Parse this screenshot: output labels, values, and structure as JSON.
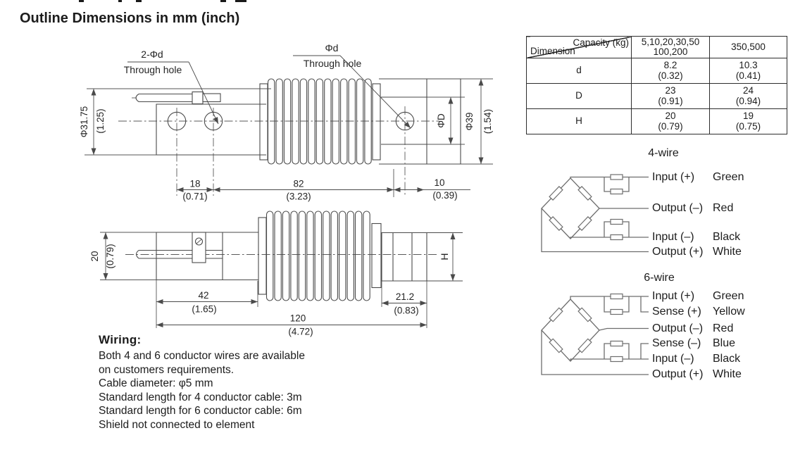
{
  "page_title": "Outline Dimensions in mm (inch)",
  "dimension_table": {
    "corner": {
      "top_right": "Capacity (kg)",
      "bottom_left": "Dimension"
    },
    "capacity_col1_lines": [
      "5,10,20,30,50",
      "100,200"
    ],
    "capacity_col2": "350,500",
    "rows": [
      {
        "dimension": "d",
        "col1_mm": "8.2",
        "col1_inch": "(0.32)",
        "col2_mm": "10.3",
        "col2_inch": "(0.41)"
      },
      {
        "dimension": "D",
        "col1_mm": "23",
        "col1_inch": "(0.91)",
        "col2_mm": "24",
        "col2_inch": "(0.94)"
      },
      {
        "dimension": "H",
        "col1_mm": "20",
        "col1_inch": "(0.79)",
        "col2_mm": "19",
        "col2_inch": "(0.75)"
      }
    ]
  },
  "drawing": {
    "callouts": {
      "left_holes": "2-Φd",
      "left_holes_note": "Through hole",
      "right_hole": "Φd",
      "right_hole_note": "Through hole"
    },
    "dims": {
      "dia_body": "Φ31.75",
      "dia_body_in": "(1.25)",
      "len_18": "18",
      "len_18_in": "(0.71)",
      "len_82": "82",
      "len_82_in": "(3.23)",
      "len_10": "10",
      "len_10_in": "(0.39)",
      "dia_D": "ΦD",
      "dia_39": "Φ39",
      "dia_39_in": "(1.54)",
      "h_20": "20",
      "h_20_in": "(0.79)",
      "len_42": "42",
      "len_42_in": "(1.65)",
      "len_212": "21.2",
      "len_212_in": "(0.83)",
      "len_120": "120",
      "len_120_in": "(4.72)",
      "h_H": "H"
    }
  },
  "wiring_4wire": {
    "title": "4-wire",
    "leads": [
      {
        "signal": "Input (+)",
        "color": "Green"
      },
      {
        "signal": "Output (–)",
        "color": "Red"
      },
      {
        "signal": "Input (–)",
        "color": "Black"
      },
      {
        "signal": "Output (+)",
        "color": "White"
      }
    ]
  },
  "wiring_6wire": {
    "title": "6-wire",
    "leads": [
      {
        "signal": "Input (+)",
        "color": "Green"
      },
      {
        "signal": "Sense (+)",
        "color": "Yellow"
      },
      {
        "signal": "Output (–)",
        "color": "Red"
      },
      {
        "signal": "Sense (–)",
        "color": "Blue"
      },
      {
        "signal": "Input (–)",
        "color": "Black"
      },
      {
        "signal": "Output (+)",
        "color": "White"
      }
    ]
  },
  "wiring_notes": {
    "heading": "Wiring:",
    "lines": [
      "Both 4 and 6 conductor wires are available",
      "on customers requirements.",
      "Cable diameter: φ5 mm",
      "Standard length for 4 conductor cable: 3m",
      "Standard length for 6 conductor cable: 6m",
      "Shield not connected to element"
    ]
  },
  "colors": {
    "ink": "#1c1c1c",
    "line": "#4a4a4a",
    "bridge_line": "#6e6e6e",
    "background": "#ffffff"
  }
}
